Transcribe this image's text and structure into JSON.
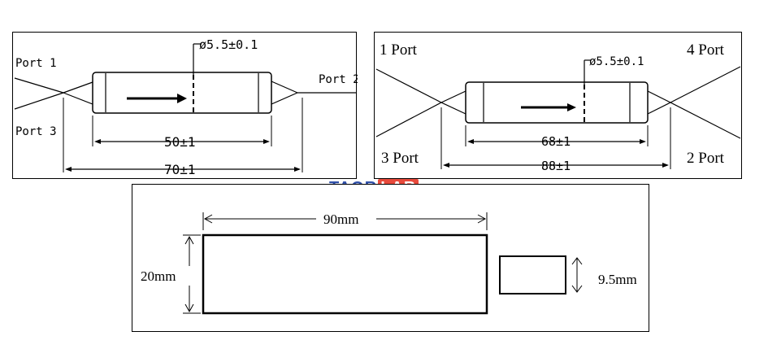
{
  "left_diagram": {
    "port1": "Port 1",
    "port2": "Port 2",
    "port3": "Port 3",
    "diameter": "ø5.5±0.1",
    "inner_length": "50±1",
    "outer_length": "70±1"
  },
  "right_diagram": {
    "port1": "1 Port",
    "port2": "2 Port",
    "port3": "3 Port",
    "port4": "4 Port",
    "diameter": "ø5.5±0.1",
    "inner_length": "68±1",
    "outer_length": "88±1"
  },
  "logo": {
    "part1": "TAOR",
    "part2": "LAB"
  },
  "bottom_diagram": {
    "width": "90mm",
    "height": "20mm",
    "small_height": "9.5mm"
  }
}
